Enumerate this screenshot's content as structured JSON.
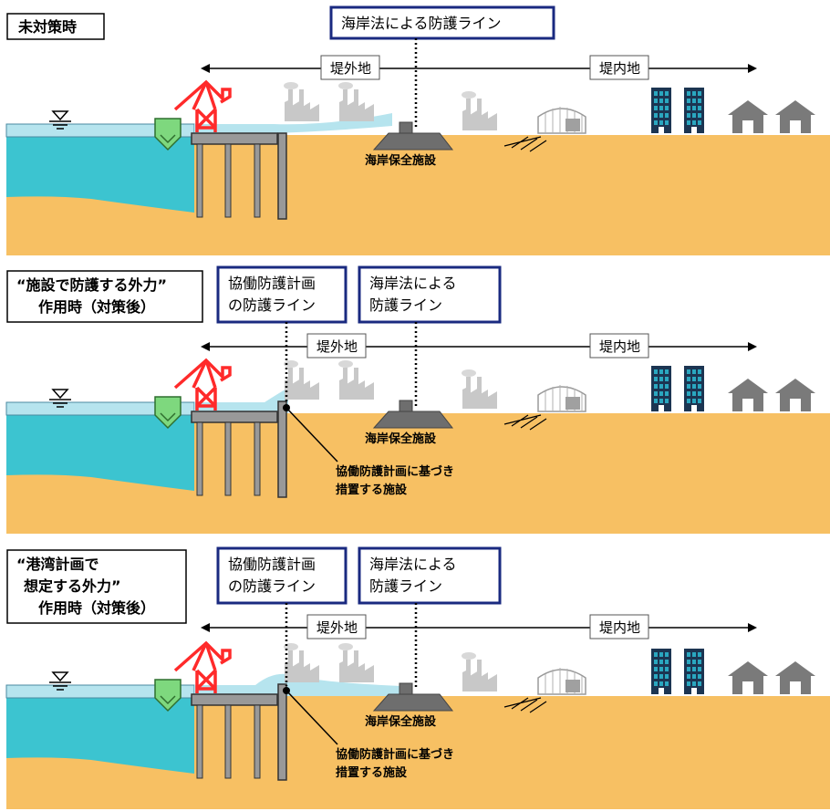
{
  "scenarios": [
    {
      "title_lines": [
        "未対策時"
      ],
      "coast_line_label": [
        "海岸法による防護ライン"
      ],
      "zone_outside": "堤外地",
      "zone_inside": "堤内地",
      "facility_label": "海岸保全施設"
    },
    {
      "title_lines": [
        "“施設で防護する外力”",
        "作用時（対策後）"
      ],
      "collab_line_label": [
        "協働防護計画",
        "の防護ライン"
      ],
      "coast_line_label": [
        "海岸法による",
        "防護ライン"
      ],
      "zone_outside": "堤外地",
      "zone_inside": "堤内地",
      "facility_label": "海岸保全施設",
      "collab_facility_label": [
        "協働防護計画に基づき",
        "措置する施設"
      ]
    },
    {
      "title_lines": [
        "“港湾計画で",
        "想定する外力”",
        "作用時（対策後）"
      ],
      "collab_line_label": [
        "協働防護計画",
        "の防護ライン"
      ],
      "coast_line_label": [
        "海岸法による",
        "防護ライン"
      ],
      "zone_outside": "堤外地",
      "zone_inside": "堤内地",
      "facility_label": "海岸保全施設",
      "collab_facility_label": [
        "協働防護計画に基づき",
        "措置する施設"
      ]
    }
  ],
  "colors": {
    "sea": "#3cc4d0",
    "sea_surface": "#b6e4ee",
    "ground": "#f7c063",
    "box_border": "#1a2a80",
    "crane": "#ff2a2a",
    "buoy": "#7ed87e",
    "building_window": "#2aa7c0"
  }
}
